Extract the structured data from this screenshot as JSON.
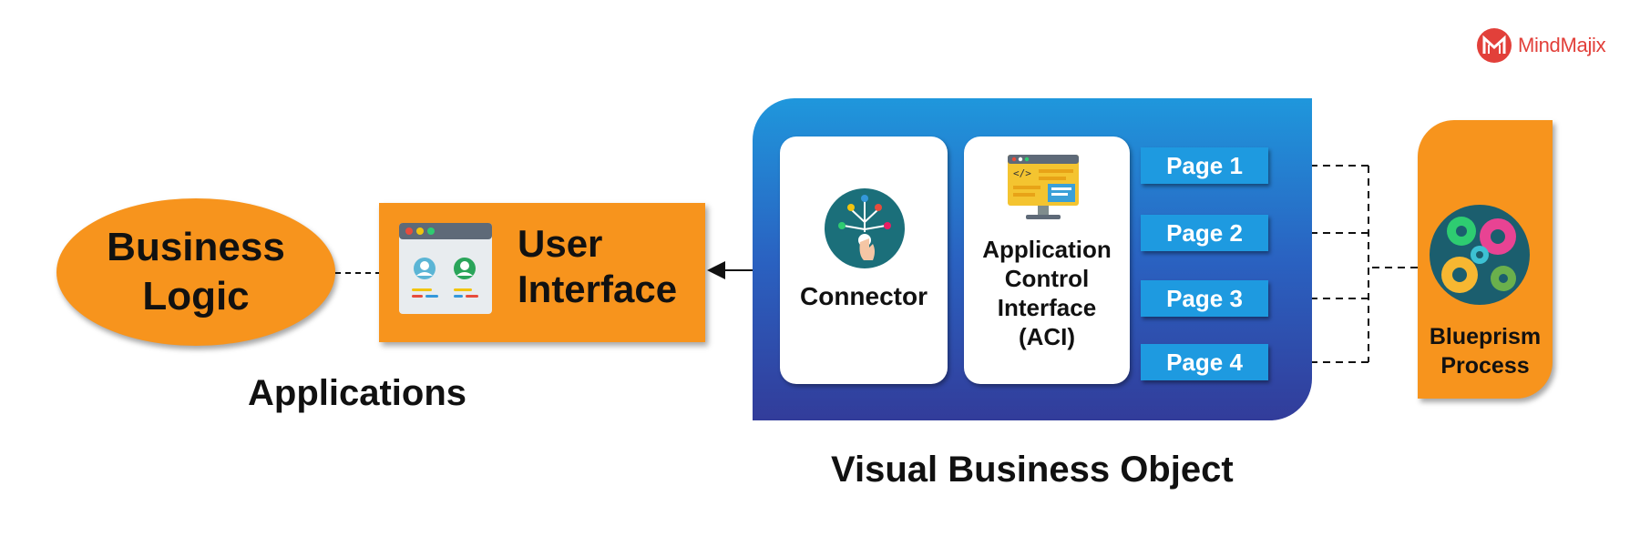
{
  "logo": {
    "text": "MindMajix",
    "color": "#e2403a"
  },
  "applications": {
    "business_logic": "Business\nLogic",
    "user_interface": "User\nInterface",
    "label": "Applications"
  },
  "visual_business_object": {
    "connector": "Connector",
    "aci": "Application\nControl\nInterface\n(ACI)",
    "pages": [
      "Page 1",
      "Page 2",
      "Page 3",
      "Page 4"
    ],
    "label": "Visual Business Object"
  },
  "blueprism": {
    "label": "Blueprism\nProcess"
  },
  "colors": {
    "orange": "#f7941d",
    "page_blue": "#1e9ae0",
    "panel_top": "#1f97dc",
    "panel_bottom": "#323c9a"
  },
  "icons": [
    "mindmajix-logo-icon",
    "browser-users-icon",
    "connector-hand-icon",
    "code-monitor-icon",
    "gears-icon"
  ]
}
